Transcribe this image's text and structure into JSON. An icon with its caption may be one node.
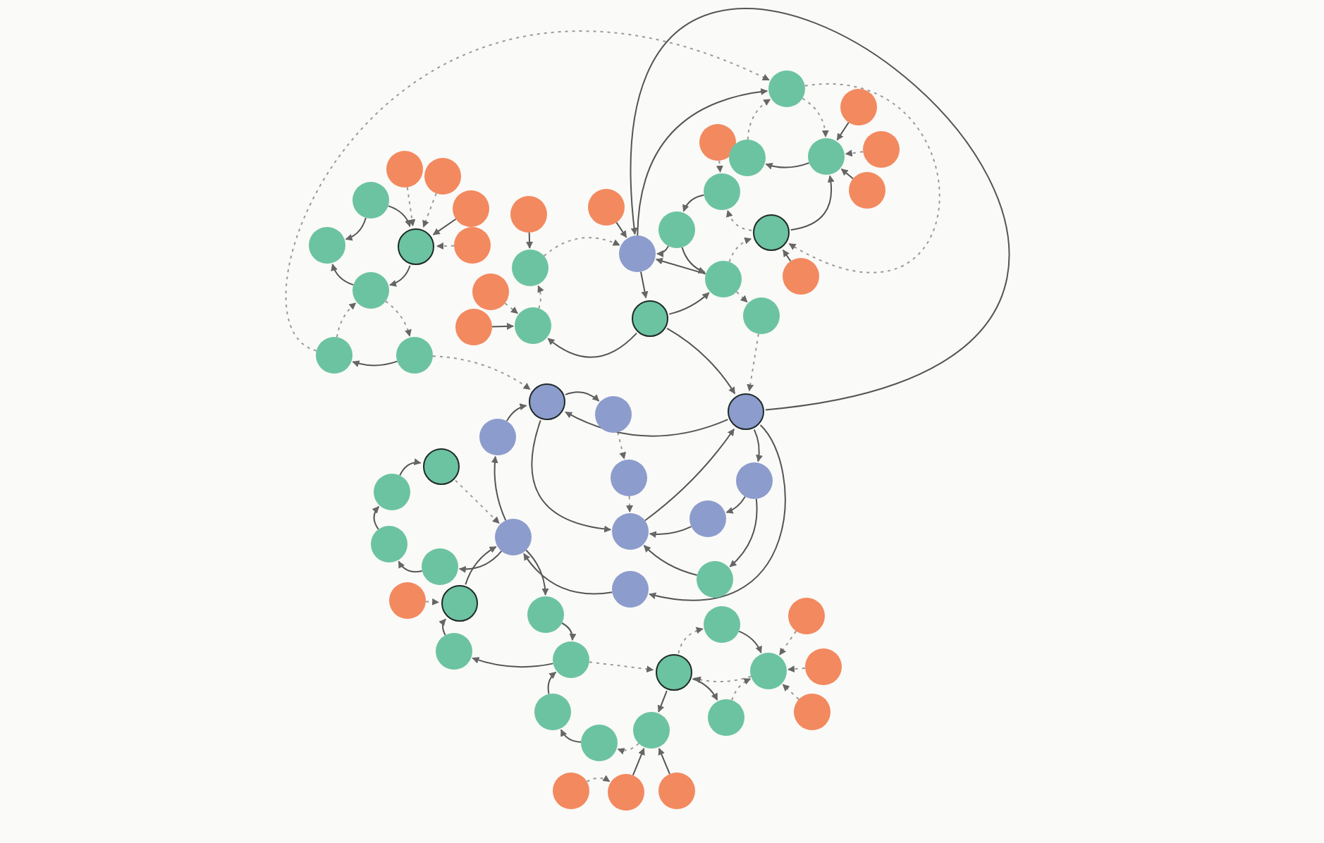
{
  "diagram": {
    "nodes": [
      {
        "text": [],
        "shape": "circle"
      },
      {
        "text": [],
        "shape": "circle"
      },
      {
        "text": [],
        "shape": "circle"
      },
      {
        "text": [],
        "shape": "circle"
      },
      {
        "text": [],
        "shape": "circle"
      },
      {
        "text": [],
        "shape": "circle"
      },
      {
        "text": [],
        "shape": "circle"
      },
      {
        "text": [],
        "shape": "circle"
      },
      {
        "text": [],
        "shape": "circle"
      },
      {
        "text": [],
        "shape": "circle"
      },
      {
        "text": [],
        "shape": "circle"
      },
      {
        "text": [],
        "shape": "circle"
      },
      {
        "text": [],
        "shape": "circle"
      },
      {
        "text": [],
        "shape": "circle"
      },
      {
        "text": [],
        "shape": "circle"
      },
      {
        "text": [],
        "shape": "circle"
      },
      {
        "text": [],
        "shape": "circle"
      },
      {
        "text": [],
        "shape": "circle"
      },
      {
        "text": [],
        "shape": "circle"
      },
      {
        "text": [],
        "shape": "circle"
      },
      {
        "text": [],
        "shape": "circle"
      },
      {
        "text": [],
        "shape": "circle"
      },
      {
        "text": [],
        "shape": "circle"
      },
      {
        "text": [],
        "shape": "circle"
      },
      {
        "text": [],
        "shape": "circle"
      },
      {
        "text": [],
        "shape": "circle"
      },
      {
        "text": [],
        "shape": "circle"
      },
      {
        "text": [],
        "shape": "circle"
      },
      {
        "text": [],
        "shape": "circle"
      },
      {
        "text": [],
        "shape": "circle"
      },
      {
        "text": [],
        "shape": "circle"
      },
      {
        "text": [],
        "shape": "circle"
      },
      {
        "text": [],
        "shape": "circle"
      },
      {
        "text": [],
        "shape": "circle"
      },
      {
        "text": [],
        "shape": "circle"
      },
      {
        "text": [],
        "shape": "circle"
      },
      {
        "text": [],
        "shape": "circle"
      },
      {
        "text": [],
        "shape": "circle"
      },
      {
        "text": [],
        "shape": "circle"
      },
      {
        "text": [],
        "shape": "circle"
      },
      {
        "text": [],
        "shape": "circle"
      },
      {
        "text": [],
        "shape": "circle"
      },
      {
        "text": [],
        "shape": "circle"
      },
      {
        "text": [],
        "shape": "circle"
      },
      {
        "text": [],
        "shape": "circle"
      },
      {
        "text": [],
        "shape": "circle"
      },
      {
        "text": [],
        "shape": "circle"
      },
      {
        "text": [],
        "shape": "circle"
      },
      {
        "text": [],
        "shape": "circle"
      },
      {
        "text": [],
        "shape": "circle"
      },
      {
        "text": [],
        "shape": "circle"
      },
      {
        "text": [],
        "shape": "circle"
      },
      {
        "text": [],
        "shape": "circle"
      },
      {
        "text": [],
        "shape": "circle"
      },
      {
        "text": [],
        "shape": "circle"
      },
      {
        "text": [],
        "shape": "circle"
      },
      {
        "text": [],
        "shape": "circle"
      },
      {
        "text": [],
        "shape": "circle"
      },
      {
        "text": [],
        "shape": "circle"
      },
      {
        "text": [],
        "shape": "circle"
      },
      {
        "text": [],
        "shape": "circle"
      },
      {
        "text": [],
        "shape": "circle"
      },
      {
        "text": [],
        "shape": "circle"
      },
      {
        "text": [],
        "shape": "circle"
      }
    ],
    "edges": [
      {
        "from": 0,
        "to": 2,
        "arrow": "to"
      },
      {
        "from": 2,
        "to": 3,
        "arrow": "to"
      },
      {
        "from": 3,
        "to": 1,
        "arrow": "to"
      },
      {
        "from": 0,
        "to": 1,
        "arrow": "to"
      },
      {
        "from": 6,
        "to": 2,
        "arrow": "to",
        "style": "dashed"
      },
      {
        "from": 7,
        "to": 2,
        "arrow": "to",
        "style": "dashed"
      },
      {
        "from": 8,
        "to": 2,
        "arrow": "to"
      },
      {
        "from": 9,
        "to": 2,
        "arrow": "to",
        "style": "dashed"
      },
      {
        "from": 4,
        "to": 3,
        "arrow": "to",
        "style": "dashed"
      },
      {
        "from": 3,
        "to": 5,
        "arrow": "to",
        "style": "dashed"
      },
      {
        "from": 5,
        "to": 4,
        "arrow": "to"
      },
      {
        "from": 4,
        "to": 18,
        "arrow": "to",
        "style": "dashed"
      },
      {
        "from": 5,
        "to": 31,
        "arrow": "to",
        "style": "dashed"
      },
      {
        "from": 10,
        "to": 11,
        "arrow": "to"
      },
      {
        "from": 12,
        "to": 14,
        "arrow": "to",
        "style": "dashed"
      },
      {
        "from": 13,
        "to": 14,
        "arrow": "to"
      },
      {
        "from": 14,
        "to": 11,
        "arrow": "to",
        "style": "dashed"
      },
      {
        "from": 11,
        "to": 16,
        "arrow": "to",
        "style": "dashed"
      },
      {
        "from": 17,
        "to": 14,
        "arrow": "to"
      },
      {
        "from": 15,
        "to": 16,
        "arrow": "to"
      },
      {
        "from": 16,
        "to": 17,
        "arrow": "to"
      },
      {
        "from": 28,
        "to": 16,
        "arrow": "to"
      },
      {
        "from": 17,
        "to": 28,
        "arrow": "to"
      },
      {
        "from": 18,
        "to": 22,
        "arrow": "to",
        "style": "dashed"
      },
      {
        "from": 22,
        "to": 21,
        "arrow": "to"
      },
      {
        "from": 21,
        "to": 18,
        "arrow": "to",
        "style": "dashed"
      },
      {
        "from": 19,
        "to": 22,
        "arrow": "to"
      },
      {
        "from": 23,
        "to": 22,
        "arrow": "to",
        "style": "dashed"
      },
      {
        "from": 24,
        "to": 22,
        "arrow": "to"
      },
      {
        "from": 20,
        "to": 25,
        "arrow": "to",
        "style": "dashed"
      },
      {
        "from": 25,
        "to": 26,
        "arrow": "to"
      },
      {
        "from": 26,
        "to": 28,
        "arrow": "to"
      },
      {
        "from": 28,
        "to": 27,
        "arrow": "to",
        "style": "dashed"
      },
      {
        "from": 27,
        "to": 25,
        "arrow": "to",
        "style": "dashed"
      },
      {
        "from": 27,
        "to": 22,
        "arrow": "to"
      },
      {
        "from": 29,
        "to": 27,
        "arrow": "to"
      },
      {
        "from": 28,
        "to": 30,
        "arrow": "to",
        "style": "dashed"
      },
      {
        "from": 30,
        "to": 34,
        "arrow": "to",
        "style": "dashed"
      },
      {
        "from": 16,
        "to": 18,
        "arrow": "to"
      },
      {
        "from": 26,
        "to": 16,
        "arrow": "to"
      },
      {
        "from": 34,
        "to": 16,
        "arrow": "to"
      },
      {
        "from": 18,
        "to": 27,
        "arrow": "to",
        "style": "dashed"
      },
      {
        "from": 17,
        "to": 34,
        "arrow": "to"
      },
      {
        "from": 31,
        "to": 32,
        "arrow": "to"
      },
      {
        "from": 33,
        "to": 31,
        "arrow": "to"
      },
      {
        "from": 39,
        "to": 33,
        "arrow": "to"
      },
      {
        "from": 31,
        "to": 38,
        "arrow": "to"
      },
      {
        "from": 32,
        "to": 35,
        "arrow": "to",
        "style": "dashed"
      },
      {
        "from": 35,
        "to": 38,
        "arrow": "to",
        "style": "dashed"
      },
      {
        "from": 34,
        "to": 36,
        "arrow": "to"
      },
      {
        "from": 36,
        "to": 37,
        "arrow": "to"
      },
      {
        "from": 37,
        "to": 38,
        "arrow": "to"
      },
      {
        "from": 36,
        "to": 40,
        "arrow": "to"
      },
      {
        "from": 40,
        "to": 38,
        "arrow": "to"
      },
      {
        "from": 38,
        "to": 34,
        "arrow": "to"
      },
      {
        "from": 34,
        "to": 41,
        "arrow": "to"
      },
      {
        "from": 34,
        "to": 31,
        "arrow": "to"
      },
      {
        "from": 41,
        "to": 39,
        "arrow": "to"
      },
      {
        "from": 42,
        "to": 39,
        "arrow": "to",
        "style": "dashed"
      },
      {
        "from": 43,
        "to": 42,
        "arrow": "to"
      },
      {
        "from": 44,
        "to": 43,
        "arrow": "to"
      },
      {
        "from": 45,
        "to": 44,
        "arrow": "to"
      },
      {
        "from": 39,
        "to": 45,
        "arrow": "to"
      },
      {
        "from": 47,
        "to": 39,
        "arrow": "to"
      },
      {
        "from": 46,
        "to": 47,
        "arrow": "to",
        "style": "dashed"
      },
      {
        "from": 39,
        "to": 48,
        "arrow": "to"
      },
      {
        "from": 48,
        "to": 50,
        "arrow": "to"
      },
      {
        "from": 50,
        "to": 49,
        "arrow": "to"
      },
      {
        "from": 49,
        "to": 47,
        "arrow": "to"
      },
      {
        "from": 50,
        "to": 51,
        "arrow": "to",
        "style": "dashed"
      },
      {
        "from": 51,
        "to": 52,
        "arrow": "to",
        "style": "dashed"
      },
      {
        "from": 52,
        "to": 53,
        "arrow": "to"
      },
      {
        "from": 51,
        "to": 57,
        "arrow": "to"
      },
      {
        "from": 57,
        "to": 53,
        "arrow": "to",
        "style": "dashed"
      },
      {
        "from": 53,
        "to": 51,
        "arrow": "to",
        "style": "dashed"
      },
      {
        "from": 54,
        "to": 53,
        "arrow": "to",
        "style": "dashed"
      },
      {
        "from": 55,
        "to": 53,
        "arrow": "to",
        "style": "dashed"
      },
      {
        "from": 56,
        "to": 53,
        "arrow": "to",
        "style": "dashed"
      },
      {
        "from": 51,
        "to": 59,
        "arrow": "to"
      },
      {
        "from": 59,
        "to": 60,
        "arrow": "to",
        "style": "dashed"
      },
      {
        "from": 60,
        "to": 58,
        "arrow": "to"
      },
      {
        "from": 58,
        "to": 50,
        "arrow": "to"
      },
      {
        "from": 61,
        "to": 62,
        "arrow": "to",
        "style": "dashed"
      },
      {
        "from": 62,
        "to": 59,
        "arrow": "to"
      },
      {
        "from": 63,
        "to": 59,
        "arrow": "to"
      }
    ]
  }
}
